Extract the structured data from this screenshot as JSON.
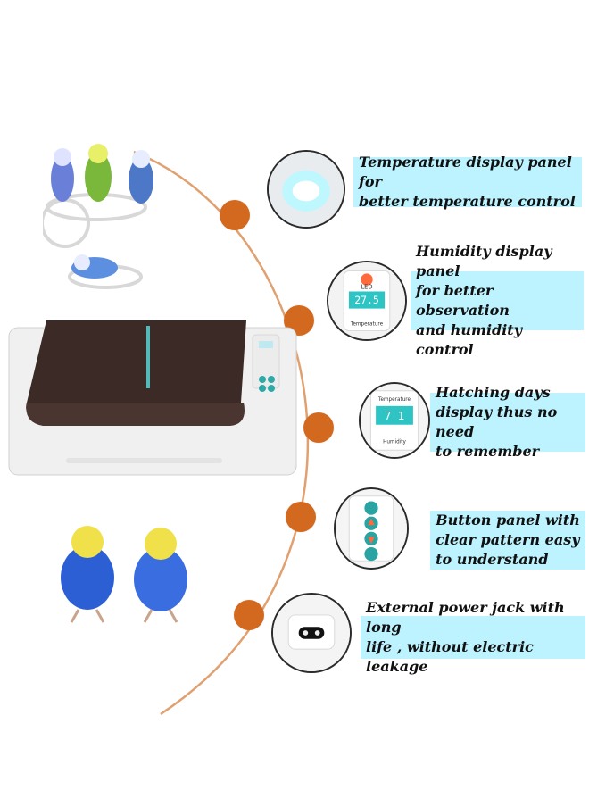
{
  "features": [
    {
      "icon": "temperature-display-icon",
      "text": "Temperature display panel for\n better temperature control"
    },
    {
      "icon": "humidity-display-icon",
      "text": "Humidity  display panel\nfor better observation\nand humidity control",
      "panel_top_label": "LED",
      "panel_readout": "27.5",
      "panel_bottom_label": "Temperature"
    },
    {
      "icon": "hatching-days-icon",
      "text": "Hatching days\ndisplay thus no need\nto remember",
      "panel_top_label": "Temperature",
      "panel_readout": "7 1",
      "panel_bottom_label": "Humidity"
    },
    {
      "icon": "button-panel-icon",
      "text": "Button panel with\nclear pattern easy\nto understand"
    },
    {
      "icon": "power-jack-icon",
      "text": "External power jack with long\n life , without electric leakage"
    }
  ],
  "colors": {
    "accent_dot": "#d2691e",
    "caption_bg": "#bdf3ff",
    "display_teal": "#2ec4c4"
  }
}
